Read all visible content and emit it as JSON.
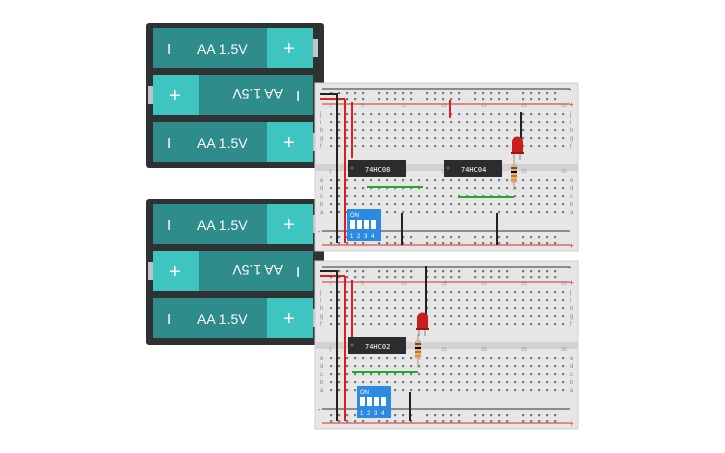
{
  "battery_packs": [
    {
      "cells": [
        {
          "label": "AA 1.5V",
          "flipped": false,
          "minus": "I",
          "plus": "+"
        },
        {
          "label": "AA 1.5V",
          "flipped": true,
          "minus": "I",
          "plus": "+"
        },
        {
          "label": "AA 1.5V",
          "flipped": false,
          "minus": "I",
          "plus": "+"
        }
      ]
    },
    {
      "cells": [
        {
          "label": "AA 1.5V",
          "flipped": false,
          "minus": "I",
          "plus": "+"
        },
        {
          "label": "AA 1.5V",
          "flipped": true,
          "minus": "I",
          "plus": "+"
        },
        {
          "label": "AA 1.5V",
          "flipped": false,
          "minus": "I",
          "plus": "+"
        }
      ]
    }
  ],
  "breadboards": [
    {
      "rail_signs": {
        "top_minus": "-",
        "top_plus": "+",
        "bottom_minus": "-",
        "bottom_plus": "+"
      },
      "row_letters_top": [
        "j",
        "i",
        "h",
        "g",
        "f"
      ],
      "row_letters_bottom": [
        "e",
        "d",
        "c",
        "b",
        "a"
      ],
      "column_numbers": [
        "1",
        "5",
        "10",
        "15",
        "20",
        "25",
        "30"
      ],
      "chips": [
        "74HC08",
        "74HC04"
      ],
      "dip_switch": {
        "on_label": "ON",
        "positions": [
          "1",
          "2",
          "3",
          "4"
        ]
      }
    },
    {
      "rail_signs": {
        "top_minus": "-",
        "top_plus": "+",
        "bottom_minus": "-",
        "bottom_plus": "+"
      },
      "row_letters_top": [
        "j",
        "i",
        "h",
        "g",
        "f"
      ],
      "row_letters_bottom": [
        "e",
        "d",
        "c",
        "b",
        "a"
      ],
      "column_numbers": [
        "1",
        "5",
        "10",
        "15",
        "20",
        "25",
        "30"
      ],
      "chips": [
        "74HC02"
      ],
      "dip_switch": {
        "on_label": "ON",
        "positions": [
          "1",
          "2",
          "3",
          "4"
        ]
      }
    }
  ],
  "colors": {
    "battery_case": "#2f3233",
    "cell_body": "#2e8c8a",
    "cell_terminal": "#3ec5c0",
    "board": "#e6e6e6",
    "rail_red": "#d82a2a",
    "rail_black": "#333333",
    "wire_red": "#d82020",
    "wire_black": "#222222",
    "wire_green": "#22a82a",
    "chip": "#2c2c2c",
    "dip_switch": "#2a8be0",
    "led_red": "#c81e1e"
  }
}
